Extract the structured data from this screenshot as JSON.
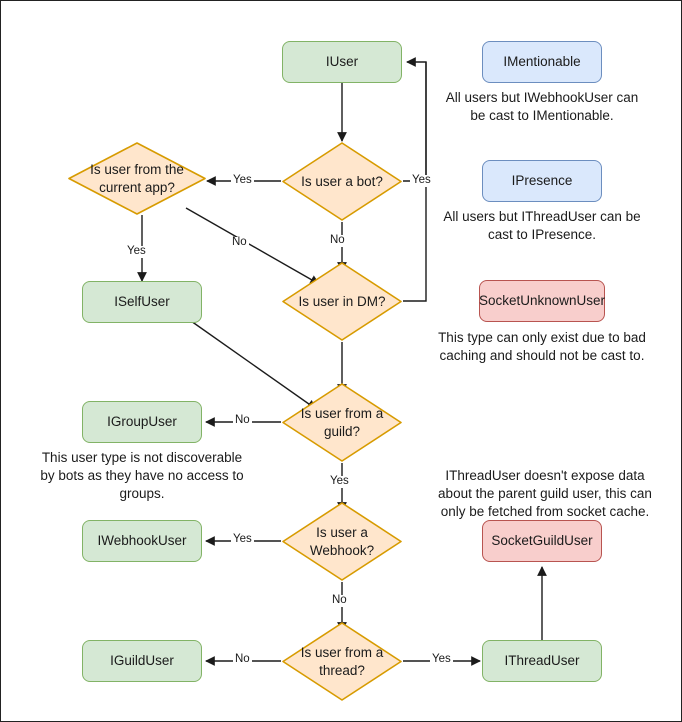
{
  "diagram": {
    "title": "Discord.Net user type resolution flowchart",
    "colors": {
      "green_fill": "#d5e8d4",
      "green_stroke": "#82b366",
      "orange_fill": "#ffe6cc",
      "orange_stroke": "#d79b00",
      "blue_fill": "#dae8fc",
      "blue_stroke": "#6c8ebf",
      "pink_fill": "#f8cecc",
      "pink_stroke": "#b85450",
      "edge_stroke": "#1b1b1b"
    },
    "nodes": {
      "iuser": "IUser",
      "is_bot": "Is user a bot?",
      "is_current_app": "Is user from the current app?",
      "iselfuser": "ISelfUser",
      "is_in_dm": "Is user in DM?",
      "is_from_guild": "Is user from a guild?",
      "igroupuser": "IGroupUser",
      "is_webhook": "Is user a Webhook?",
      "iwebhookuser": "IWebhookUser",
      "is_from_thread": "Is user from a thread?",
      "iguilduser": "IGuildUser",
      "ithreaduser": "IThreadUser",
      "imentionable": "IMentionable",
      "ipresence": "IPresence",
      "socketunknownuser": "SocketUnknownUser",
      "socketguilduser": "SocketGuildUser"
    },
    "notes": {
      "mentionable": "All users but IWebhookUser can be cast to IMentionable.",
      "presence": "All users but IThreadUser can be cast to IPresence.",
      "unknown_user": "This type can only exist due to bad caching and should not be cast to.",
      "group_user": "This user type is not discoverable by bots as they have no access to groups.",
      "thread_user": "IThreadUser doesn't expose data about the parent guild user, this can only be fetched from socket cache."
    },
    "edge_labels": {
      "bot_yes": "Yes",
      "dm_yes": "Yes",
      "app_yes": "Yes",
      "app_no": "No",
      "bot_no": "No",
      "guild_no": "No",
      "guild_yes": "Yes",
      "webhook_yes": "Yes",
      "webhook_no": "No",
      "thread_no": "No",
      "thread_yes": "Yes"
    }
  }
}
